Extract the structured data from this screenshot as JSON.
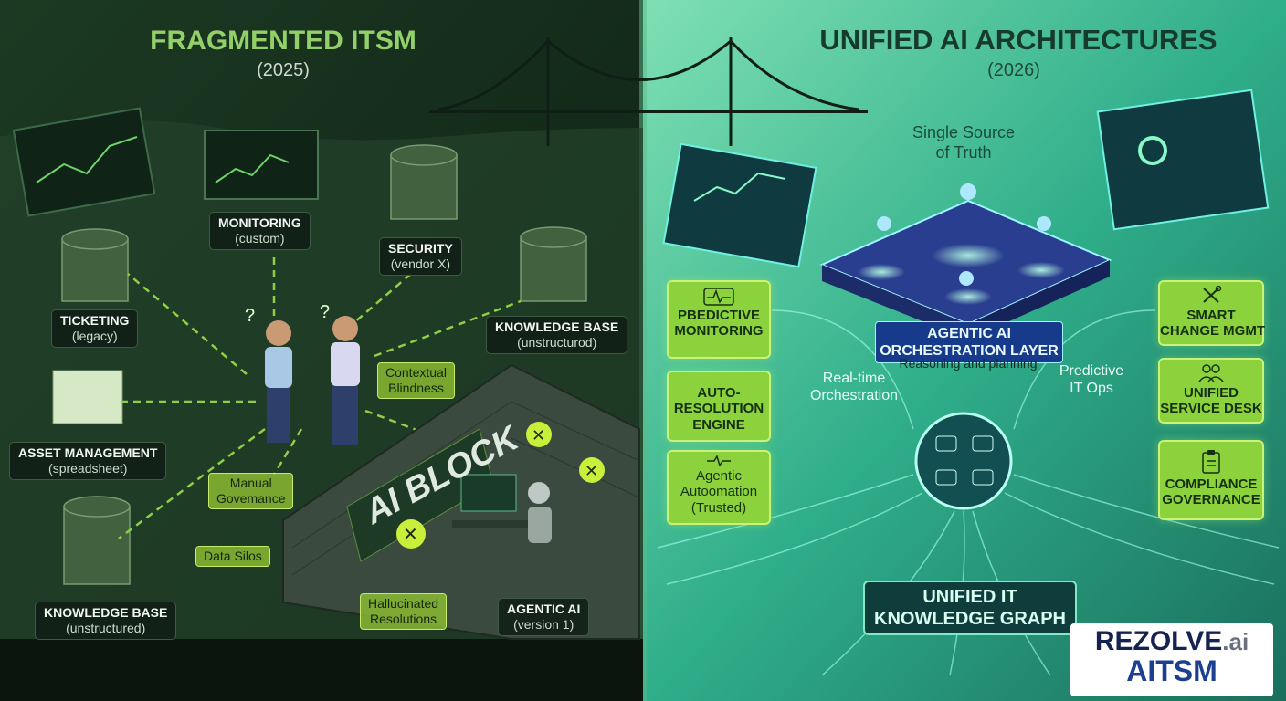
{
  "left": {
    "title": "FRAGMENTED ITSM",
    "year": "(2025)",
    "nodes": [
      {
        "title": "MONITORING",
        "sub": "(custom)"
      },
      {
        "title": "SECURITY",
        "sub": "(vendor X)"
      },
      {
        "title": "TICKETING",
        "sub": "(legacy)"
      },
      {
        "title": "KNOWLEDGE BASE",
        "sub": "(unstructurod)"
      },
      {
        "title": "ASSET MANAGEMENT",
        "sub": "(spreadsheet)"
      },
      {
        "title": "KNOWLEDGE BASE",
        "sub": "(unstructured)"
      },
      {
        "title": "AGENTIC AI",
        "sub": "(version 1)"
      }
    ],
    "callouts": {
      "contextual": [
        "Contextual",
        "Blindness"
      ],
      "manual": [
        "Manual",
        "Govemance"
      ],
      "silos": "Data Silos",
      "hallucinated": [
        "Hallucinated",
        "Resolutions"
      ]
    },
    "wall_sign": "AI BLOCK"
  },
  "right": {
    "title": "UNIFIED AI ARCHITECTURES",
    "year": "(2026)",
    "source_of_truth": [
      "Single Source",
      "of Truth"
    ],
    "orchestration": {
      "line1": "AGENTIC AI",
      "line2": "ORCHESTRATION LAYER",
      "sub": "Reasoning and planning"
    },
    "realtime": [
      "Real-time",
      "Orchestration"
    ],
    "predictive_ops": [
      "Predictive",
      "IT Ops"
    ],
    "left_cards": [
      {
        "icon": "pulse-monitor-icon",
        "lines": [
          "PBEDICTIVE",
          "MONITORING"
        ]
      },
      {
        "icon": "",
        "lines": [
          "AUTO-",
          "RESOLUTION",
          "ENGINE"
        ]
      },
      {
        "icon": "waveform-icon",
        "lines": [
          "Agentic",
          "Autoomation",
          "(Trusted)"
        ]
      }
    ],
    "right_cards": [
      {
        "icon": "wrench-screwdriver-icon",
        "lines": [
          "SMART",
          "CHANGE MGMT"
        ]
      },
      {
        "icon": "people-icon",
        "lines": [
          "UNIFIED",
          "SERVICE DESK"
        ]
      },
      {
        "icon": "clipboard-icon",
        "lines": [
          "COMPLIANCE",
          "GOVERNANCE"
        ]
      }
    ],
    "knowledge_graph": [
      "UNIFIED IT",
      "KNOWLEDGE GRAPH"
    ]
  },
  "brand": {
    "name": "REZOLVE",
    "suffix": ".ai",
    "tag": "AITSM"
  },
  "colors": {
    "accent_lime": "#8cd23c",
    "dark_green": "#13261a",
    "teal": "#3fd9a8",
    "brand_blue": "#1d3f8f"
  }
}
